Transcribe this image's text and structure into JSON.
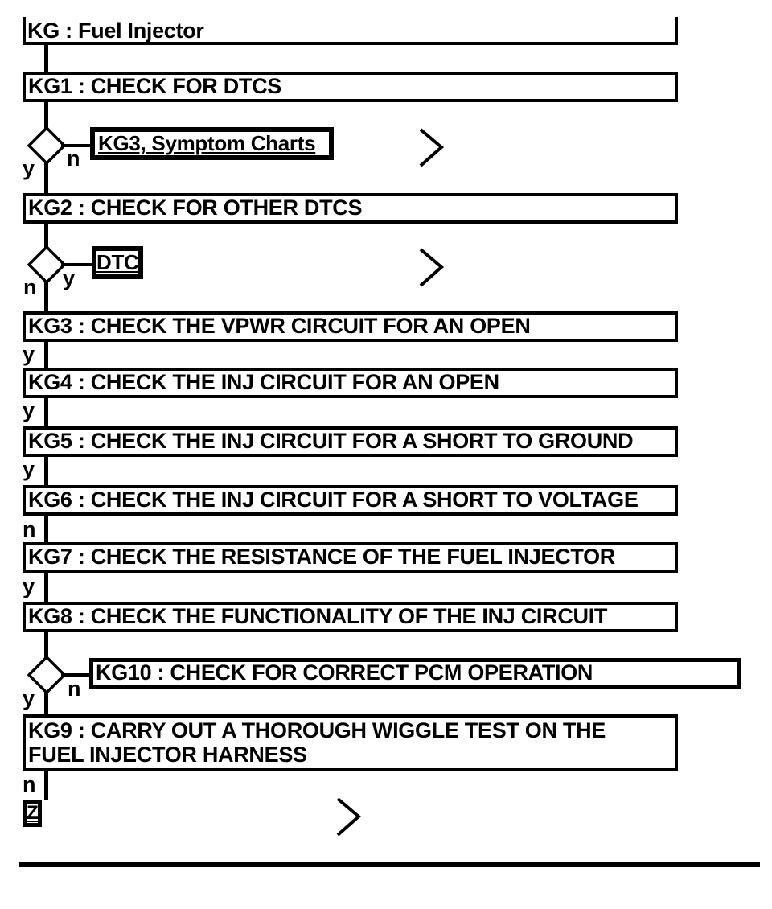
{
  "flowchart": {
    "title": "KG : Fuel Injector",
    "steps": {
      "kg1": "KG1 : CHECK FOR DTCS",
      "kg2": "KG2 : CHECK FOR OTHER DTCS",
      "kg3": "KG3 : CHECK THE VPWR CIRCUIT FOR AN OPEN",
      "kg4": "KG4 : CHECK THE INJ CIRCUIT FOR AN OPEN",
      "kg5": "KG5 : CHECK THE INJ CIRCUIT FOR A SHORT TO GROUND",
      "kg6": "KG6 : CHECK THE INJ CIRCUIT FOR A SHORT TO VOLTAGE",
      "kg7": "KG7 : CHECK THE RESISTANCE OF THE FUEL INJECTOR",
      "kg8": "KG8 : CHECK THE FUNCTIONALITY OF THE INJ CIRCUIT",
      "kg9_line1": "KG9 : CARRY OUT A THOROUGH WIGGLE TEST ON THE",
      "kg9_line2": "FUEL INJECTOR HARNESS",
      "kg10": "KG10 : CHECK FOR CORRECT PCM OPERATION"
    },
    "references": {
      "symptom_charts": "KG3, Symptom Charts",
      "dtc": "DTC",
      "z": "Z"
    },
    "branch_labels": {
      "d1_yes": "y",
      "d1_no": "n",
      "d2_no": "n",
      "d2_yes": "y",
      "kg3_exit": "y",
      "kg4_exit": "y",
      "kg5_exit": "y",
      "kg6_exit": "n",
      "kg7_exit": "y",
      "d3_yes": "y",
      "d3_no": "n",
      "kg9_exit": "n"
    },
    "colors": {
      "ink": "#000000",
      "paper": "#ffffff"
    }
  }
}
